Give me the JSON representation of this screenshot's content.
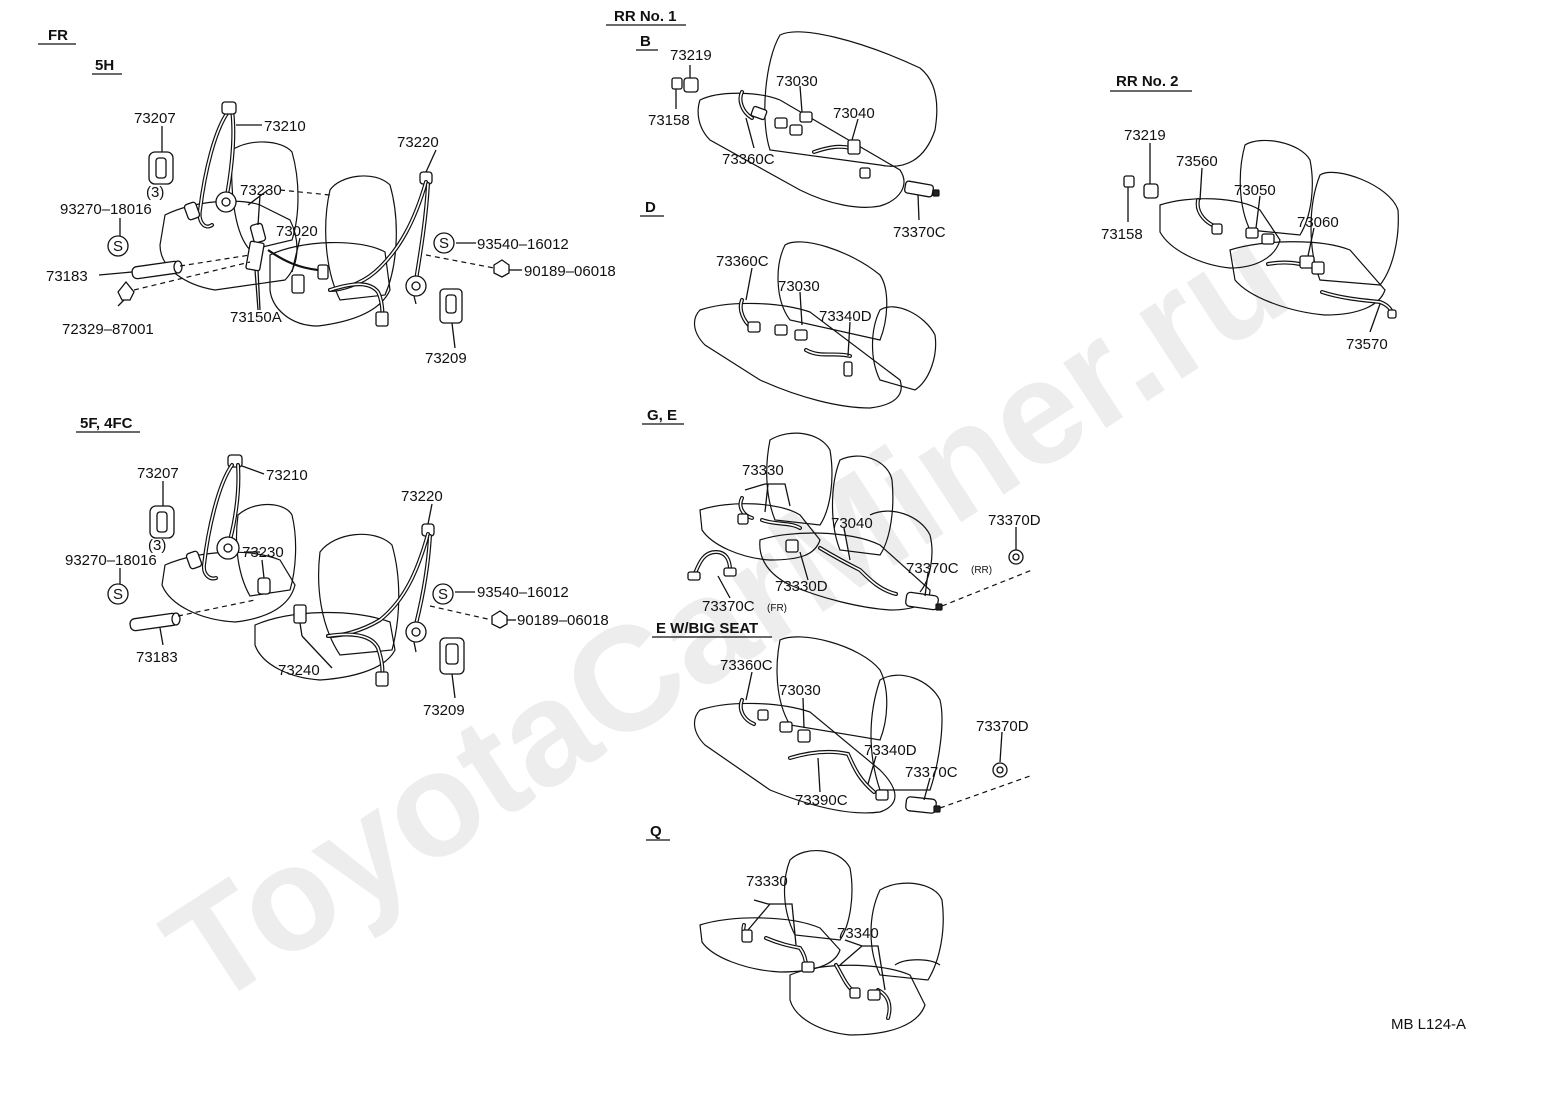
{
  "watermark": "ToyotaCarMiner.ru",
  "drawing_code": "MB L124-A",
  "sections": {
    "fr": "FR",
    "fr_5h": "5H",
    "fr_5f": "5F, 4FC",
    "rr1": "RR No. 1",
    "rr1_b": "B",
    "rr1_d": "D",
    "rr1_ge": "G, E",
    "rr1_ebig": "E W/BIG SEAT",
    "rr1_q": "Q",
    "rr2": "RR No. 2"
  },
  "fr_5h": {
    "p73207": "73207",
    "p73207_qty": "(3)",
    "p73210": "73210",
    "p73230": "73230",
    "p93270": "93270–18016",
    "p73020": "73020",
    "p73183": "73183",
    "p72329": "72329–87001",
    "p73150a": "73150A",
    "p73220": "73220",
    "p93540": "93540–16012",
    "p90189": "90189–06018",
    "p73209": "73209",
    "s_mark": "S"
  },
  "fr_5f": {
    "p73207": "73207",
    "p73207_qty": "(3)",
    "p73210": "73210",
    "p73230": "73230",
    "p93270": "93270–18016",
    "p73183": "73183",
    "p73240": "73240",
    "p73220": "73220",
    "p93540": "93540–16012",
    "p90189": "90189–06018",
    "p73209": "73209",
    "s_mark": "S"
  },
  "rr1_b": {
    "p73219": "73219",
    "p73030": "73030",
    "p73040": "73040",
    "p73158": "73158",
    "p73360c": "73360C",
    "p73370c": "73370C"
  },
  "rr1_d": {
    "p73360c": "73360C",
    "p73030": "73030",
    "p73340d": "73340D"
  },
  "rr1_ge": {
    "p73330": "73330",
    "p73040": "73040",
    "p73370d": "73370D",
    "p73370c_rr": "73370C",
    "rr_note": "(RR)",
    "p73330d": "73330D",
    "p73370c_fr": "73370C",
    "fr_note": "(FR)"
  },
  "rr1_ebig": {
    "p73360c": "73360C",
    "p73030": "73030",
    "p73370d": "73370D",
    "p73340d": "73340D",
    "p73370c": "73370C",
    "p73390c": "73390C"
  },
  "rr1_q": {
    "p73330": "73330",
    "p73340": "73340"
  },
  "rr2": {
    "p73219": "73219",
    "p73560": "73560",
    "p73050": "73050",
    "p73158": "73158",
    "p73060": "73060",
    "p73570": "73570"
  }
}
